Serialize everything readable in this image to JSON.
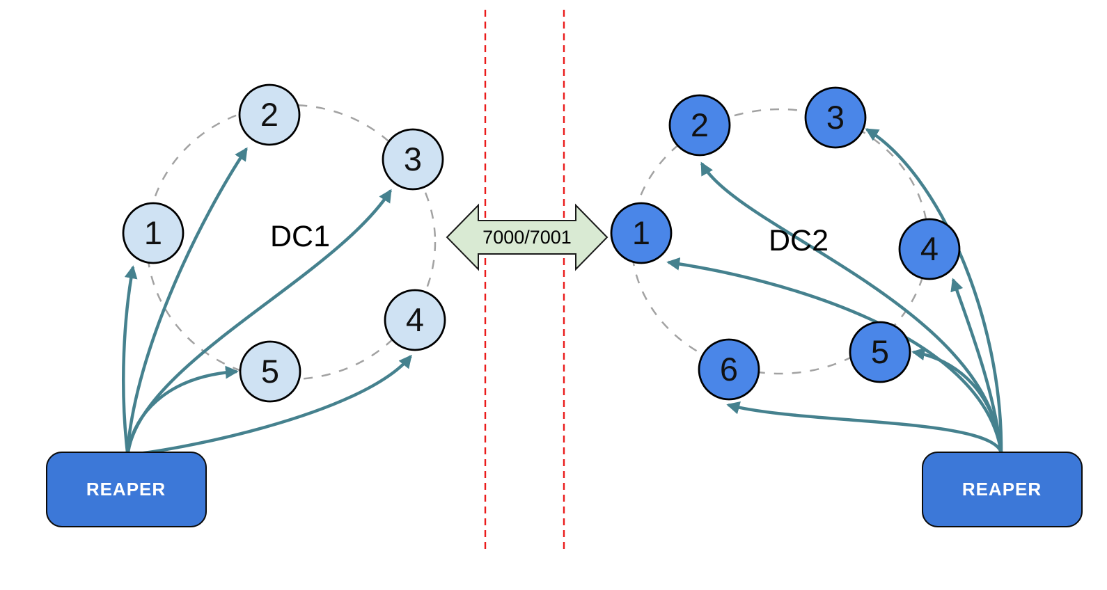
{
  "colors": {
    "dc1_node_fill": "#cfe2f3",
    "dc2_node_fill": "#4a86e8",
    "node_stroke": "#000000",
    "arrow": "#45818e",
    "ring": "#a2a2a2",
    "firewall_line": "#ea1b1b",
    "port_arrow_fill": "#d9ead3",
    "port_arrow_stroke": "#1a1a1a",
    "reaper_fill": "#3c78d8",
    "reaper_text": "#ffffff"
  },
  "firewall": {
    "ports_label": "7000/7001"
  },
  "dc1": {
    "label": "DC1",
    "reaper": {
      "label": "REAPER"
    },
    "nodes": [
      {
        "label": "1"
      },
      {
        "label": "2"
      },
      {
        "label": "3"
      },
      {
        "label": "4"
      },
      {
        "label": "5"
      }
    ]
  },
  "dc2": {
    "label": "DC2",
    "reaper": {
      "label": "REAPER"
    },
    "nodes": [
      {
        "label": "1"
      },
      {
        "label": "2"
      },
      {
        "label": "3"
      },
      {
        "label": "4"
      },
      {
        "label": "5"
      },
      {
        "label": "6"
      }
    ]
  }
}
